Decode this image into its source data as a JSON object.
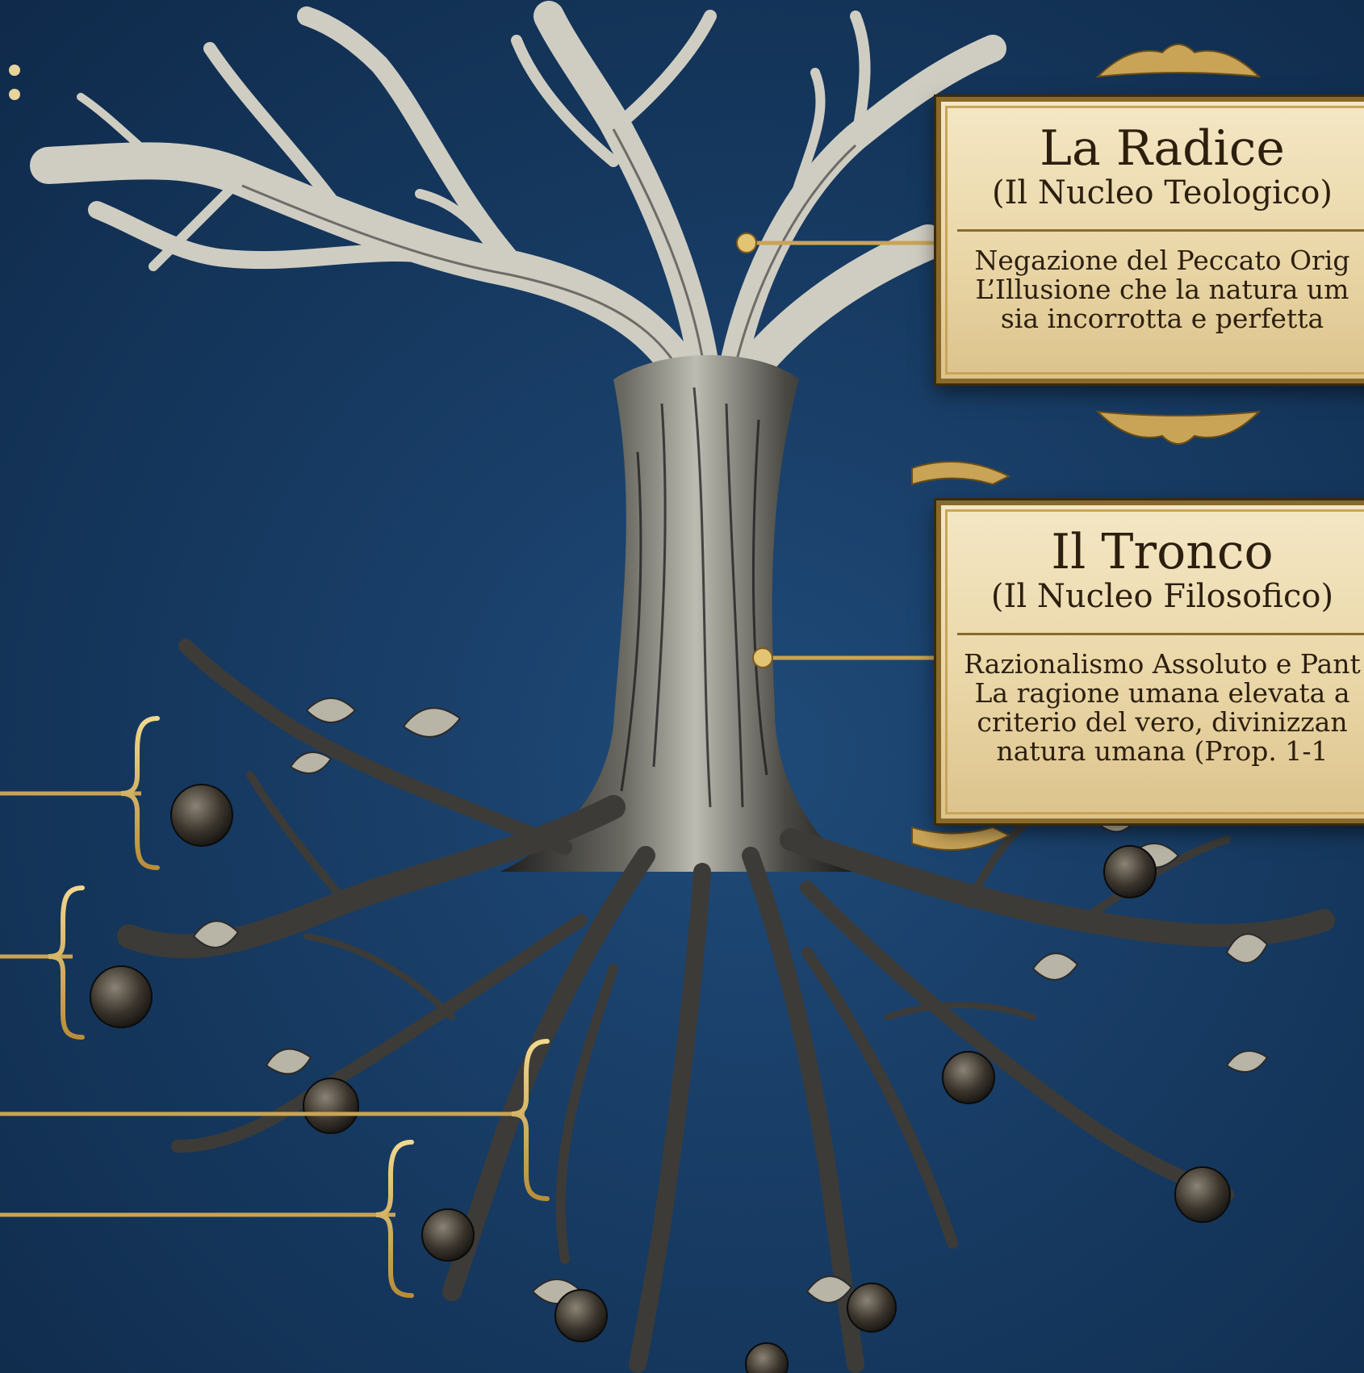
{
  "colors": {
    "background": "#173b63",
    "gold": "#c9a457",
    "parchment": "#f1e2bd",
    "bark_light": "#c8c7bd",
    "bark_dark": "#2a2a2a"
  },
  "cards": [
    {
      "title": "La Radice",
      "subtitle": "(Il Nucleo Teologico)",
      "body": [
        "Negazione del Peccato Orig",
        "L’Illusione che la natura um",
        "sia incorrotta e perfetta"
      ]
    },
    {
      "title": "Il Tronco",
      "subtitle": "(Il Nucleo Filosofico)",
      "body": [
        "Razionalismo Assoluto e Pant",
        "La ragione umana elevata a",
        "criterio del vero, divinizzan",
        "natura umana (Prop. 1-1"
      ]
    }
  ],
  "icons": [
    "vertical-dots-icon",
    "tree-illustration",
    "rotten-apple-icon",
    "leaf-icon",
    "brace-icon",
    "scroll-ornament-icon"
  ]
}
